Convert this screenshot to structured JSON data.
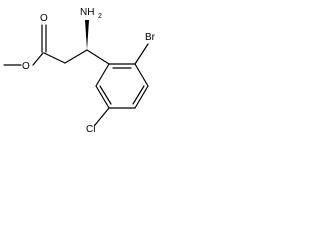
{
  "molecule": {
    "atoms": {
      "carbonyl_oxygen": "O",
      "ester_oxygen": "O",
      "amine_main": "NH",
      "amine_sub": "2",
      "bromine": "Br",
      "chlorine": "Cl"
    }
  }
}
